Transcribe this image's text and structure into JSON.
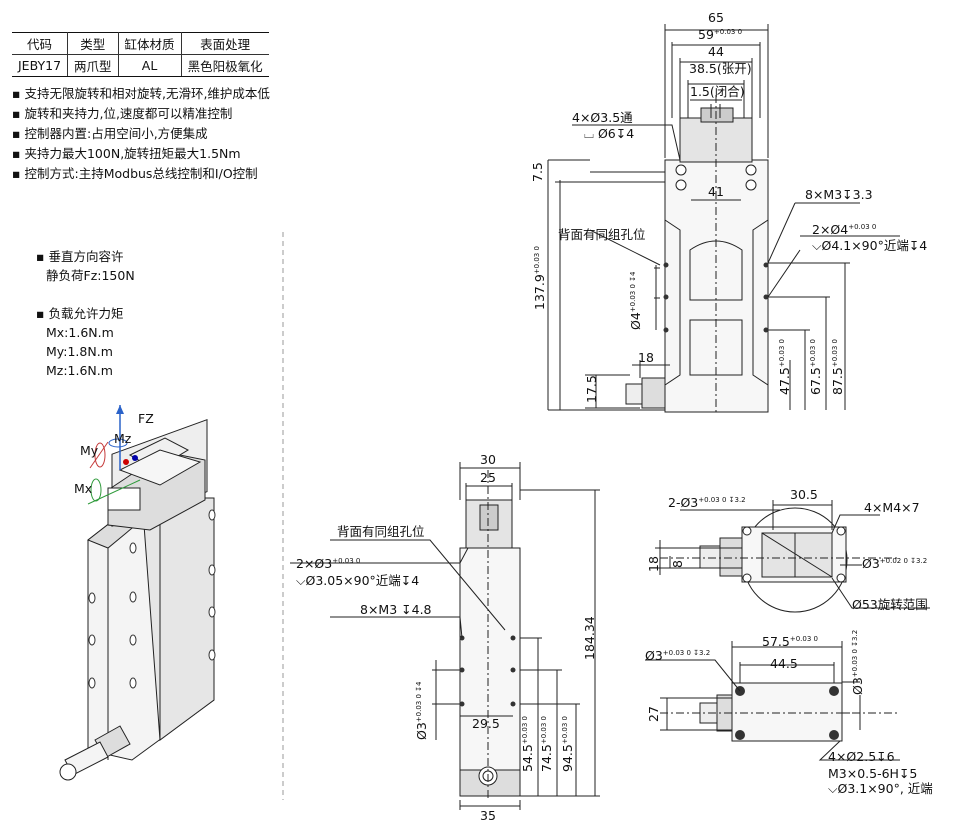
{
  "spec_table": {
    "headers": [
      "代码",
      "类型",
      "缸体材质",
      "表面处理"
    ],
    "row": [
      "JEBY17",
      "两爪型",
      "AL",
      "黑色阳极氧化"
    ]
  },
  "features": [
    "支持无限旋转和相对旋转,无滑环,维护成本低",
    "旋转和夹持力,位,速度都可以精准控制",
    "控制器内置:占用空间小,方便集成",
    "夹持力最大100N,旋转扭矩最大1.5Nm",
    "控制方式:主持Modbus总线控制和I/O控制"
  ],
  "load": {
    "vertical_title": "垂直方向容许",
    "vertical_value": "静负荷Fz:150N",
    "moment_title": "负载允许力矩",
    "mx": "Mx:1.6N.m",
    "my": "My:1.8N.m",
    "mz": "Mz:1.6N.m"
  },
  "iso_labels": {
    "fz": "FZ",
    "mz": "Mz",
    "my": "My",
    "mx": "Mx"
  },
  "front_view": {
    "d65": "65",
    "d59": "59",
    "d59_tol": "+0.03 0",
    "d44": "44",
    "d385": "38.5(张开)",
    "d15": "1.5(闭合)",
    "hole_top": "4×Ø3.5通",
    "hole_top2": "⌴ Ø6↧4",
    "d75": "7.5",
    "d41": "41",
    "m3": "8×M3↧3.3",
    "pin1": "2×Ø4",
    "pin1_tol": "+0.03 0",
    "pin2": "⌵Ø4.1×90°近端↧4",
    "back": "背面有同组孔位",
    "d1379": "137.9",
    "d1379_tol": "+0.03 0",
    "d4": "Ø4",
    "d4_tol": "+0.03 0 ↧4",
    "d18": "18",
    "d175": "17.5",
    "d475": "47.5",
    "d675": "67.5",
    "d875": "87.5",
    "tol003": "+0.03 0"
  },
  "side_view": {
    "d30": "30",
    "d25": "25",
    "back": "背面有同组孔位",
    "pin1": "2×Ø3",
    "pin1_tol": "+0.03 0",
    "pin2": "⌵Ø3.05×90°近端↧4",
    "m3": "8×M3 ↧4.8",
    "d184": "184.34",
    "d3": "Ø3",
    "d3_tol": "+0.03 0 ↧4",
    "d295": "29.5",
    "d545": "54.5",
    "d745": "74.5",
    "d945": "94.5",
    "tol003": "+0.03 0",
    "d35": "35"
  },
  "top_view": {
    "pin": "2-Ø3",
    "pin_tol": "+0.03 0 ↧3.2",
    "d305": "30.5",
    "m4": "4×M4×7",
    "d18": "18",
    "d8": "8",
    "hole": "Ø3",
    "hole_tol": "+0.02 0 ↧3.2",
    "range": "Ø53旋转范围"
  },
  "bottom_view": {
    "hole": "Ø3",
    "hole_tol": "+0.03 0 ↧3.2",
    "d575": "57.5",
    "d575_tol": "+0.03 0",
    "d445": "44.5",
    "d27": "27",
    "right": "Ø3",
    "right_tol": "+0.03 0 ↧3.2",
    "n1": "4×Ø2.5↧6",
    "n2": "M3×0.5-6H↧5",
    "n3": "⌵Ø3.1×90°, 近端"
  }
}
